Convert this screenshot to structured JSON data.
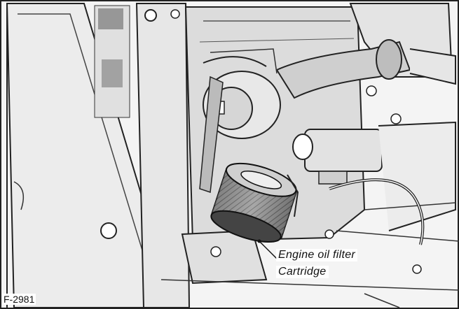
{
  "figure": {
    "figure_id": "F-2981",
    "labels": [
      "Engine oil filter",
      "Cartridge"
    ]
  }
}
